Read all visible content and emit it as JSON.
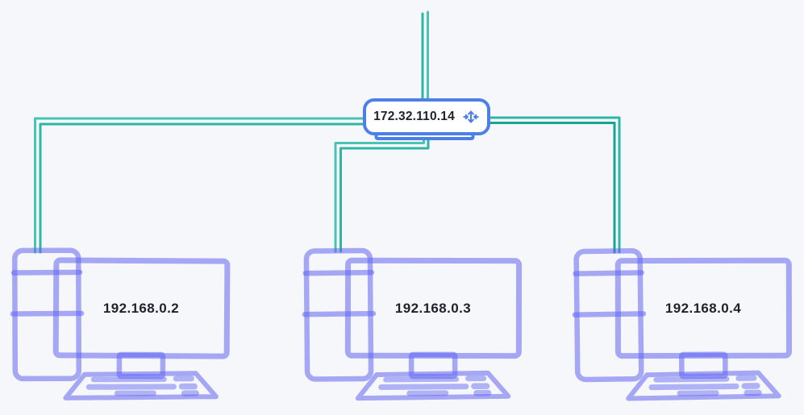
{
  "diagram": {
    "type": "network-topology",
    "router": {
      "label": "172.32.110.14",
      "icon": "switch-arrows-icon"
    },
    "computers": [
      {
        "label": "192.168.0.2"
      },
      {
        "label": "192.168.0.3"
      },
      {
        "label": "192.168.0.4"
      }
    ],
    "connections": [
      {
        "from": "top-edge",
        "to": "172.32.110.14",
        "style": "double-line"
      },
      {
        "from": "172.32.110.14",
        "to": "192.168.0.2",
        "style": "double-line"
      },
      {
        "from": "172.32.110.14",
        "to": "192.168.0.3",
        "style": "double-line"
      },
      {
        "from": "172.32.110.14",
        "to": "192.168.0.4",
        "style": "double-line"
      }
    ]
  },
  "colors": {
    "background": "#f5f7fa",
    "router_blue": "#4c80e8",
    "computer_purple": "#6366f1",
    "link_teal_light": "#49c4b3",
    "link_teal": "#2fb5a6",
    "link_teal_dark": "#18a392",
    "text_dark": "#1e222b"
  }
}
